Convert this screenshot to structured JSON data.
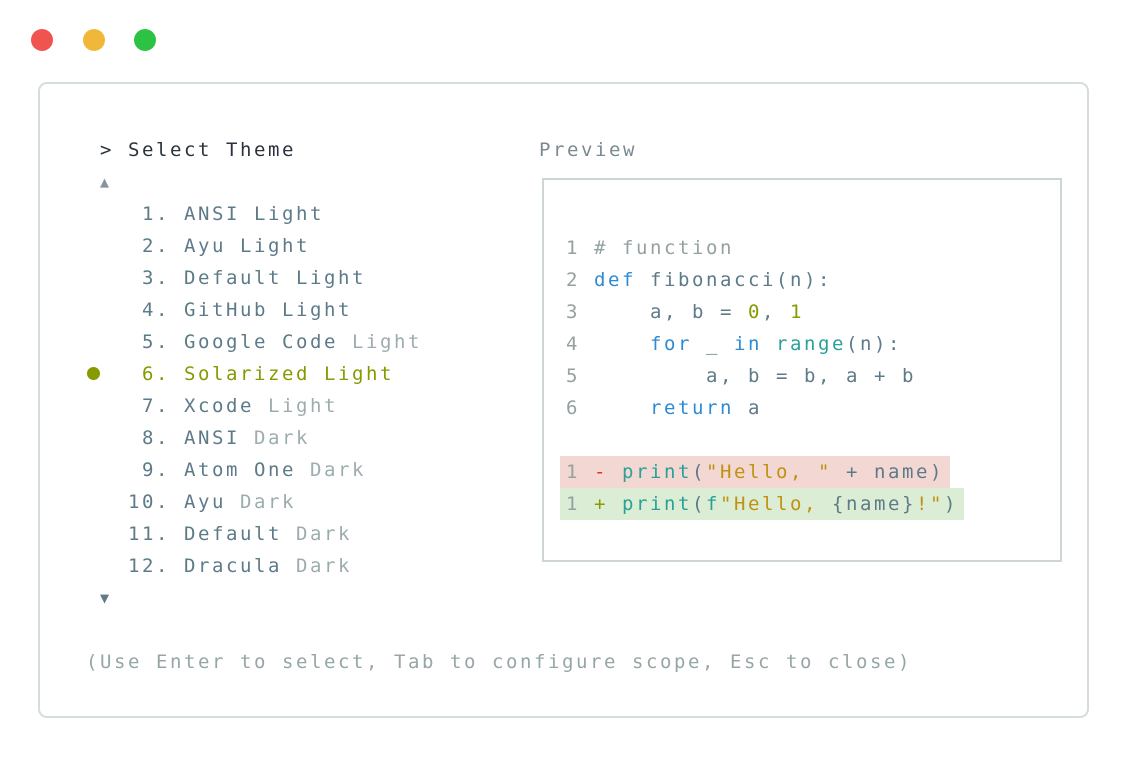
{
  "window": {
    "traffic_lights": [
      {
        "name": "close",
        "color": "#f0544f"
      },
      {
        "name": "minimize",
        "color": "#f1b73a"
      },
      {
        "name": "zoom",
        "color": "#2dc244"
      }
    ]
  },
  "header": {
    "prompt": ">",
    "title": "Select Theme"
  },
  "theme_list": {
    "scroll_up_indicator": "▲",
    "scroll_down_indicator": "▼",
    "selected_index": 5,
    "items": [
      {
        "num": "1.",
        "name": "ANSI Light",
        "suffix": "",
        "selected": false
      },
      {
        "num": "2.",
        "name": "Ayu Light",
        "suffix": "",
        "selected": false
      },
      {
        "num": "3.",
        "name": "Default Light",
        "suffix": "",
        "selected": false
      },
      {
        "num": "4.",
        "name": "GitHub Light",
        "suffix": "",
        "selected": false
      },
      {
        "num": "5.",
        "name": "Google Code",
        "suffix": "Light",
        "selected": false
      },
      {
        "num": "6.",
        "name": "Solarized Light",
        "suffix": "",
        "selected": true
      },
      {
        "num": "7.",
        "name": "Xcode",
        "suffix": "Light",
        "selected": false
      },
      {
        "num": "8.",
        "name": "ANSI",
        "suffix": "Dark",
        "selected": false
      },
      {
        "num": "9.",
        "name": "Atom One",
        "suffix": "Dark",
        "selected": false
      },
      {
        "num": "10.",
        "name": "Ayu",
        "suffix": "Dark",
        "selected": false
      },
      {
        "num": "11.",
        "name": "Default",
        "suffix": "Dark",
        "selected": false
      },
      {
        "num": "12.",
        "name": "Dracula",
        "suffix": "Dark",
        "selected": false
      }
    ]
  },
  "preview": {
    "label": "Preview",
    "code": [
      {
        "num": "1",
        "bg": "",
        "tokens": [
          {
            "t": "# function",
            "c": "cm"
          }
        ]
      },
      {
        "num": "2",
        "bg": "",
        "tokens": [
          {
            "t": "def",
            "c": "kw"
          },
          {
            "t": " fibonacci(n):",
            "c": "tx"
          }
        ]
      },
      {
        "num": "3",
        "bg": "",
        "tokens": [
          {
            "t": "    a, b = ",
            "c": "tx"
          },
          {
            "t": "0",
            "c": "nm"
          },
          {
            "t": ", ",
            "c": "tx"
          },
          {
            "t": "1",
            "c": "nm"
          }
        ]
      },
      {
        "num": "4",
        "bg": "",
        "tokens": [
          {
            "t": "    ",
            "c": "tx"
          },
          {
            "t": "for",
            "c": "kw"
          },
          {
            "t": " _ ",
            "c": "tx"
          },
          {
            "t": "in",
            "c": "kw"
          },
          {
            "t": " ",
            "c": "tx"
          },
          {
            "t": "range",
            "c": "fn"
          },
          {
            "t": "(n):",
            "c": "tx"
          }
        ]
      },
      {
        "num": "5",
        "bg": "",
        "tokens": [
          {
            "t": "        a, b = b, a + b",
            "c": "tx"
          }
        ]
      },
      {
        "num": "6",
        "bg": "",
        "tokens": [
          {
            "t": "    ",
            "c": "tx"
          },
          {
            "t": "return",
            "c": "kw"
          },
          {
            "t": " a",
            "c": "tx"
          }
        ]
      },
      {
        "num": "",
        "bg": "",
        "tokens": []
      },
      {
        "num": "1",
        "bg": "removed",
        "tokens": [
          {
            "t": "-",
            "c": "mi"
          },
          {
            "t": " ",
            "c": "tx"
          },
          {
            "t": "print",
            "c": "fn"
          },
          {
            "t": "(",
            "c": "tx"
          },
          {
            "t": "\"Hello, \"",
            "c": "st"
          },
          {
            "t": " + name)",
            "c": "tx"
          }
        ]
      },
      {
        "num": "1",
        "bg": "added",
        "tokens": [
          {
            "t": "+",
            "c": "pl"
          },
          {
            "t": " ",
            "c": "tx"
          },
          {
            "t": "print",
            "c": "fn"
          },
          {
            "t": "(",
            "c": "tx"
          },
          {
            "t": "f",
            "c": "fn"
          },
          {
            "t": "\"Hello, ",
            "c": "st"
          },
          {
            "t": "{name}",
            "c": "tx"
          },
          {
            "t": "!\"",
            "c": "st"
          },
          {
            "t": ")",
            "c": "tx"
          }
        ]
      }
    ]
  },
  "footer": {
    "hint": "(Use Enter to select, Tab to configure scope, Esc to close)"
  },
  "colors": {
    "selected_accent": "#879a00",
    "list_text": "#5d7a88",
    "dim_text": "#9dacaf",
    "line_number": "#93a1a1",
    "keyword_blue": "#2e8bd3",
    "function_teal": "#2aa198",
    "string_yellow": "#bf9211",
    "number_olive": "#879a00",
    "diff_minus_red": "#dc322f",
    "diff_removed_bg": "#f3d7d3",
    "diff_added_bg": "#dcedd5",
    "panel_border": "#d5dcdd",
    "preview_border": "#ced5d7"
  }
}
